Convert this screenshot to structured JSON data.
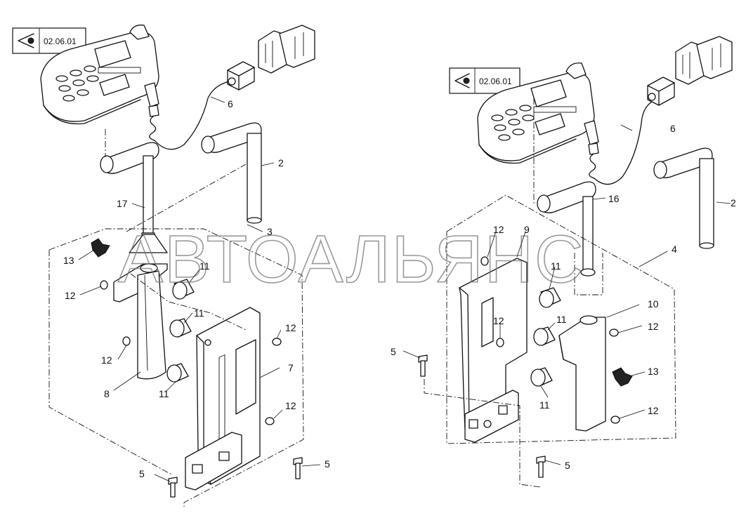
{
  "diagram": {
    "reference_boxes": [
      {
        "id": "ref-left",
        "text": "02.06.01"
      },
      {
        "id": "ref-right",
        "text": "02.06.01"
      }
    ],
    "watermark": "АВТОАЛЬЯНС",
    "labels_left": {
      "p6": "6",
      "p2": "2",
      "p17": "17",
      "p3": "3",
      "p13": "13",
      "p11a": "11",
      "p12a": "12",
      "p11b": "11",
      "p12b": "12",
      "p7": "7",
      "p12c": "12",
      "p8": "8",
      "p11c": "11",
      "p12d": "12",
      "p5a": "5",
      "p5b": "5"
    },
    "labels_right": {
      "p6": "6",
      "p16": "16",
      "p2": "2",
      "p12a": "12",
      "p9": "9",
      "p4": "4",
      "p11a": "11",
      "p10": "10",
      "p12b": "12",
      "p11b": "11",
      "p12c": "12",
      "p5a": "5",
      "p13": "13",
      "p11c": "11",
      "p12d": "12",
      "p5b": "5"
    }
  }
}
